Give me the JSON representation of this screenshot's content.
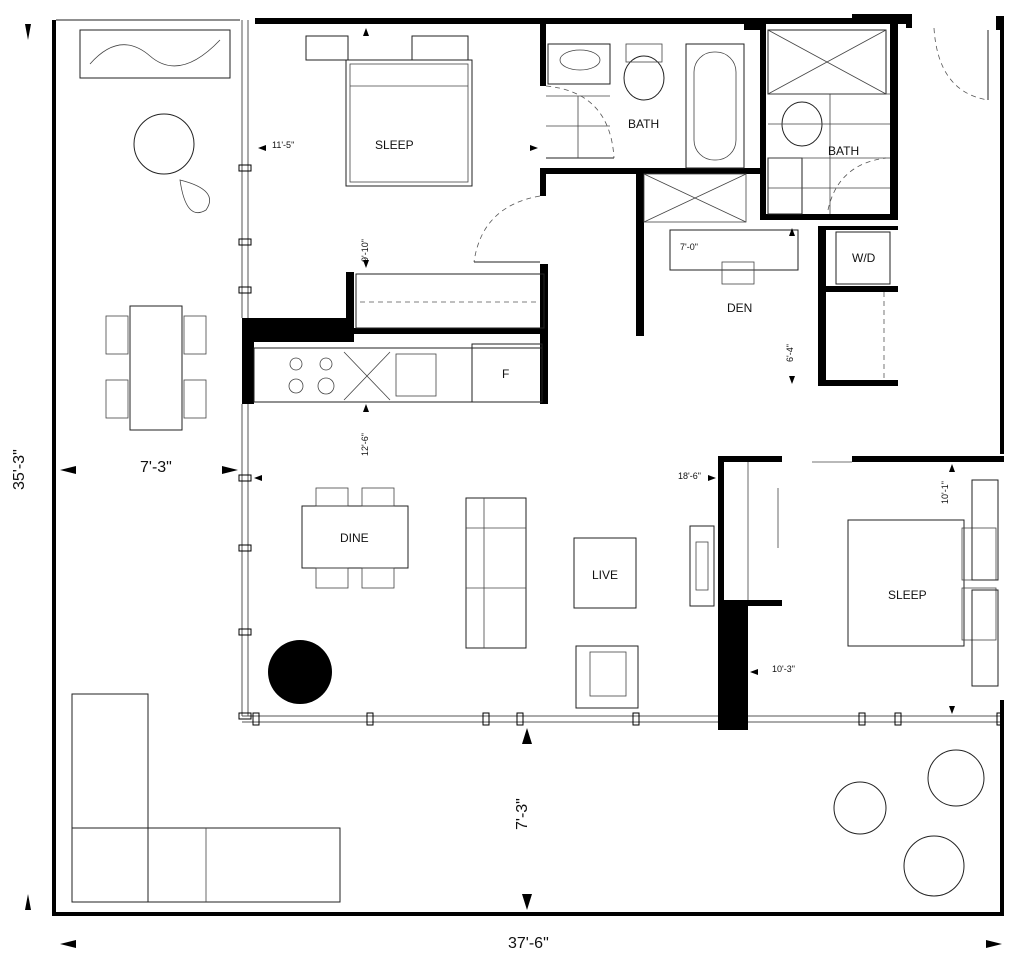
{
  "rooms": {
    "sleep_1": "SLEEP",
    "bath_1": "BATH",
    "bath_2": "BATH",
    "laundry": "W/D",
    "den": "DEN",
    "fridge": "F",
    "dine": "DINE",
    "live": "LIVE",
    "sleep_2": "SLEEP"
  },
  "dimensions": {
    "sleep_1_width": "11'-5\"",
    "sleep_1_depth": "9'-10\"",
    "den_width": "7'-0\"",
    "den_depth": "6'-4\"",
    "kitchen_depth": "12'-6\"",
    "living_width": "18'-6\"",
    "sleep_2_depth": "10'-1\"",
    "sleep_2_width": "10'-3\"",
    "balcony_left_depth": "7'-3\"",
    "balcony_bottom_depth": "7'-3\"",
    "overall_depth": "35'-3\"",
    "overall_width": "37'-6\""
  }
}
